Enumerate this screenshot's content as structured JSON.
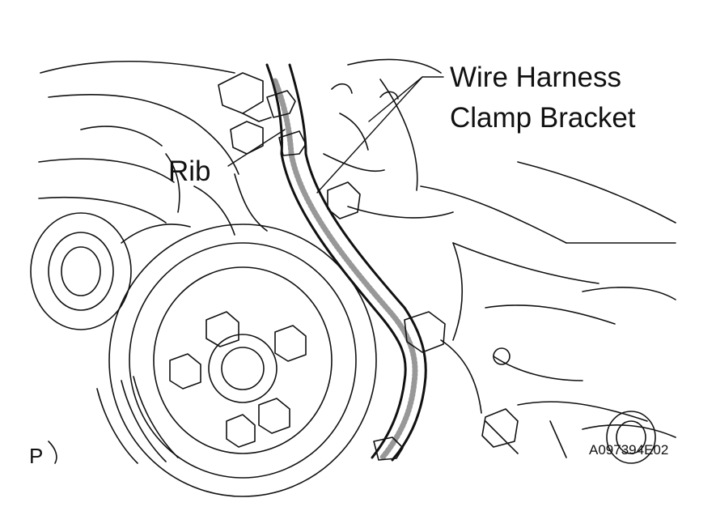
{
  "labels": {
    "bracket_line1": "Wire Harness",
    "bracket_line2": "Clamp Bracket",
    "rib": "Rib",
    "corner_letter": "P",
    "figure_code": "A097394E02"
  }
}
